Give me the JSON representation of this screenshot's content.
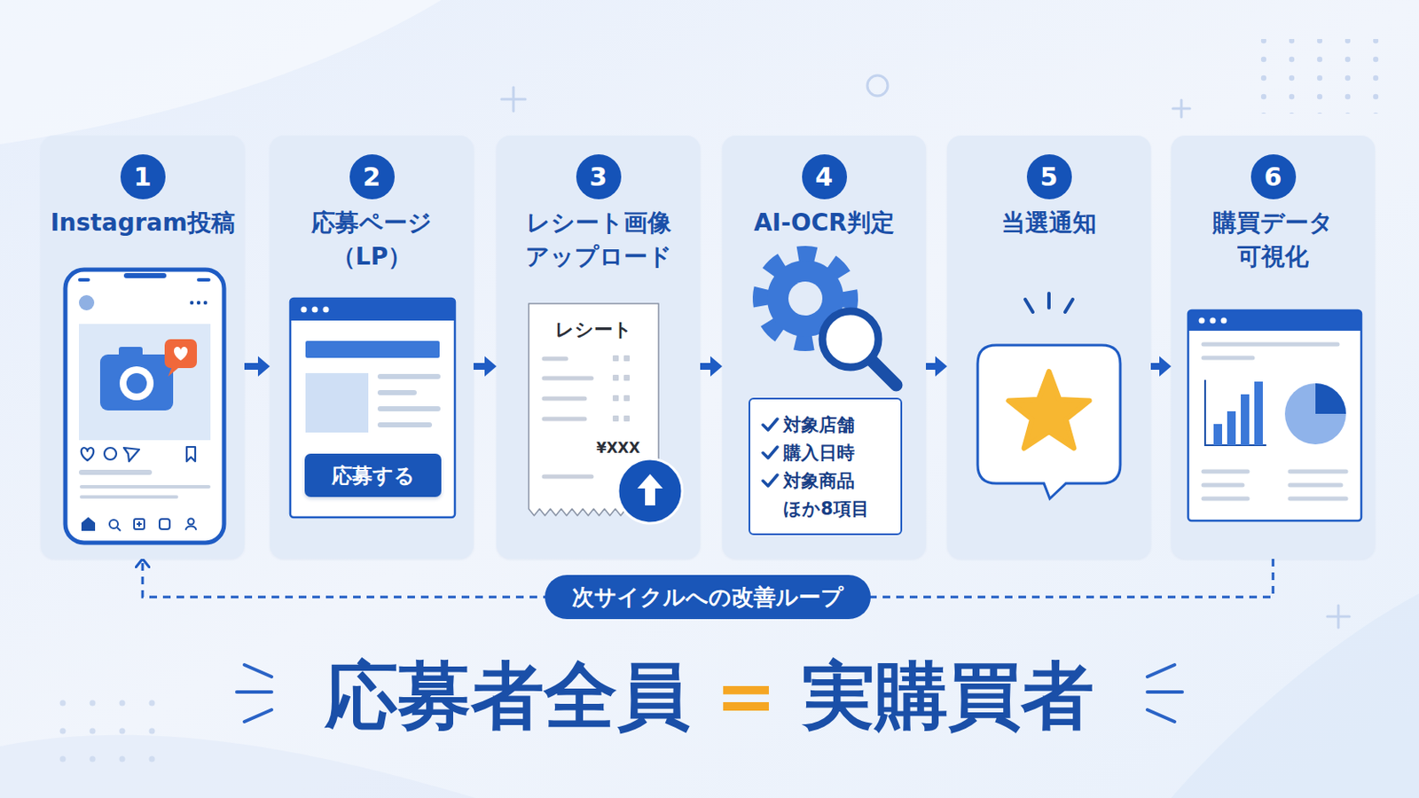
{
  "diagram": {
    "nodes": [
      {
        "text": [
          "1",
          "Instagram投稿"
        ]
      },
      {
        "text": [
          "2",
          "応募ページ （LP）"
        ]
      },
      {
        "text": [
          "応募する"
        ],
        "in": 1
      },
      {
        "text": [
          "3",
          "レシート画像 アップロード"
        ]
      },
      {
        "text": [
          "レシート",
          "¥XXX"
        ],
        "in": 3
      },
      {
        "text": [
          "4",
          "AI-OCR判定"
        ]
      },
      {
        "text": [
          "対象店舗",
          "購入日時",
          "対象商品",
          "ほか8項目"
        ],
        "in": 5
      },
      {
        "text": [
          "5",
          "当選通知"
        ]
      },
      {
        "text": [
          "6",
          "購買データ 可視化"
        ]
      }
    ],
    "edges": [
      {
        "from": 0,
        "to": 1,
        "arrow": "to"
      },
      {
        "from": 1,
        "to": 3,
        "arrow": "to"
      },
      {
        "from": 3,
        "to": 5,
        "arrow": "to"
      },
      {
        "from": 5,
        "to": 7,
        "arrow": "to"
      },
      {
        "from": 7,
        "to": 8,
        "arrow": "to"
      },
      {
        "from": 8,
        "to": 0,
        "label": "次サイクルへの改善ループ",
        "arrow": "to"
      }
    ],
    "labels": [
      "応募者全員",
      "=",
      "実購買者"
    ]
  }
}
